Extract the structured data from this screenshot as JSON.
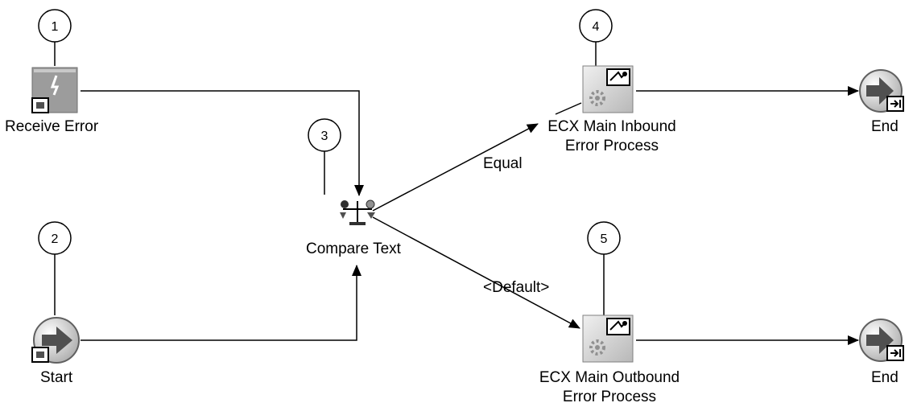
{
  "nodes": {
    "receive_error": {
      "number": "1",
      "label": "Receive Error"
    },
    "start": {
      "number": "2",
      "label": "Start"
    },
    "compare_text": {
      "number": "3",
      "label": "Compare Text"
    },
    "inbound": {
      "number": "4",
      "label_line1": "ECX Main Inbound",
      "label_line2": "Error Process"
    },
    "outbound": {
      "number": "5",
      "label_line1": "ECX Main Outbound",
      "label_line2": "Error Process"
    },
    "end_top": {
      "label": "End"
    },
    "end_bottom": {
      "label": "End"
    }
  },
  "edges": {
    "equal": "Equal",
    "default": "<Default>"
  },
  "colors": {
    "line": "#000000",
    "icon_gray": "#9c9c9c",
    "icon_light": "#d8d8d8",
    "icon_dark": "#505050"
  },
  "icons": {
    "receive_error": "function-error-icon",
    "start": "start-arrow-icon",
    "compare_text": "scale-compare-icon",
    "process": "subprocess-gear-icon",
    "end": "end-arrow-icon"
  }
}
